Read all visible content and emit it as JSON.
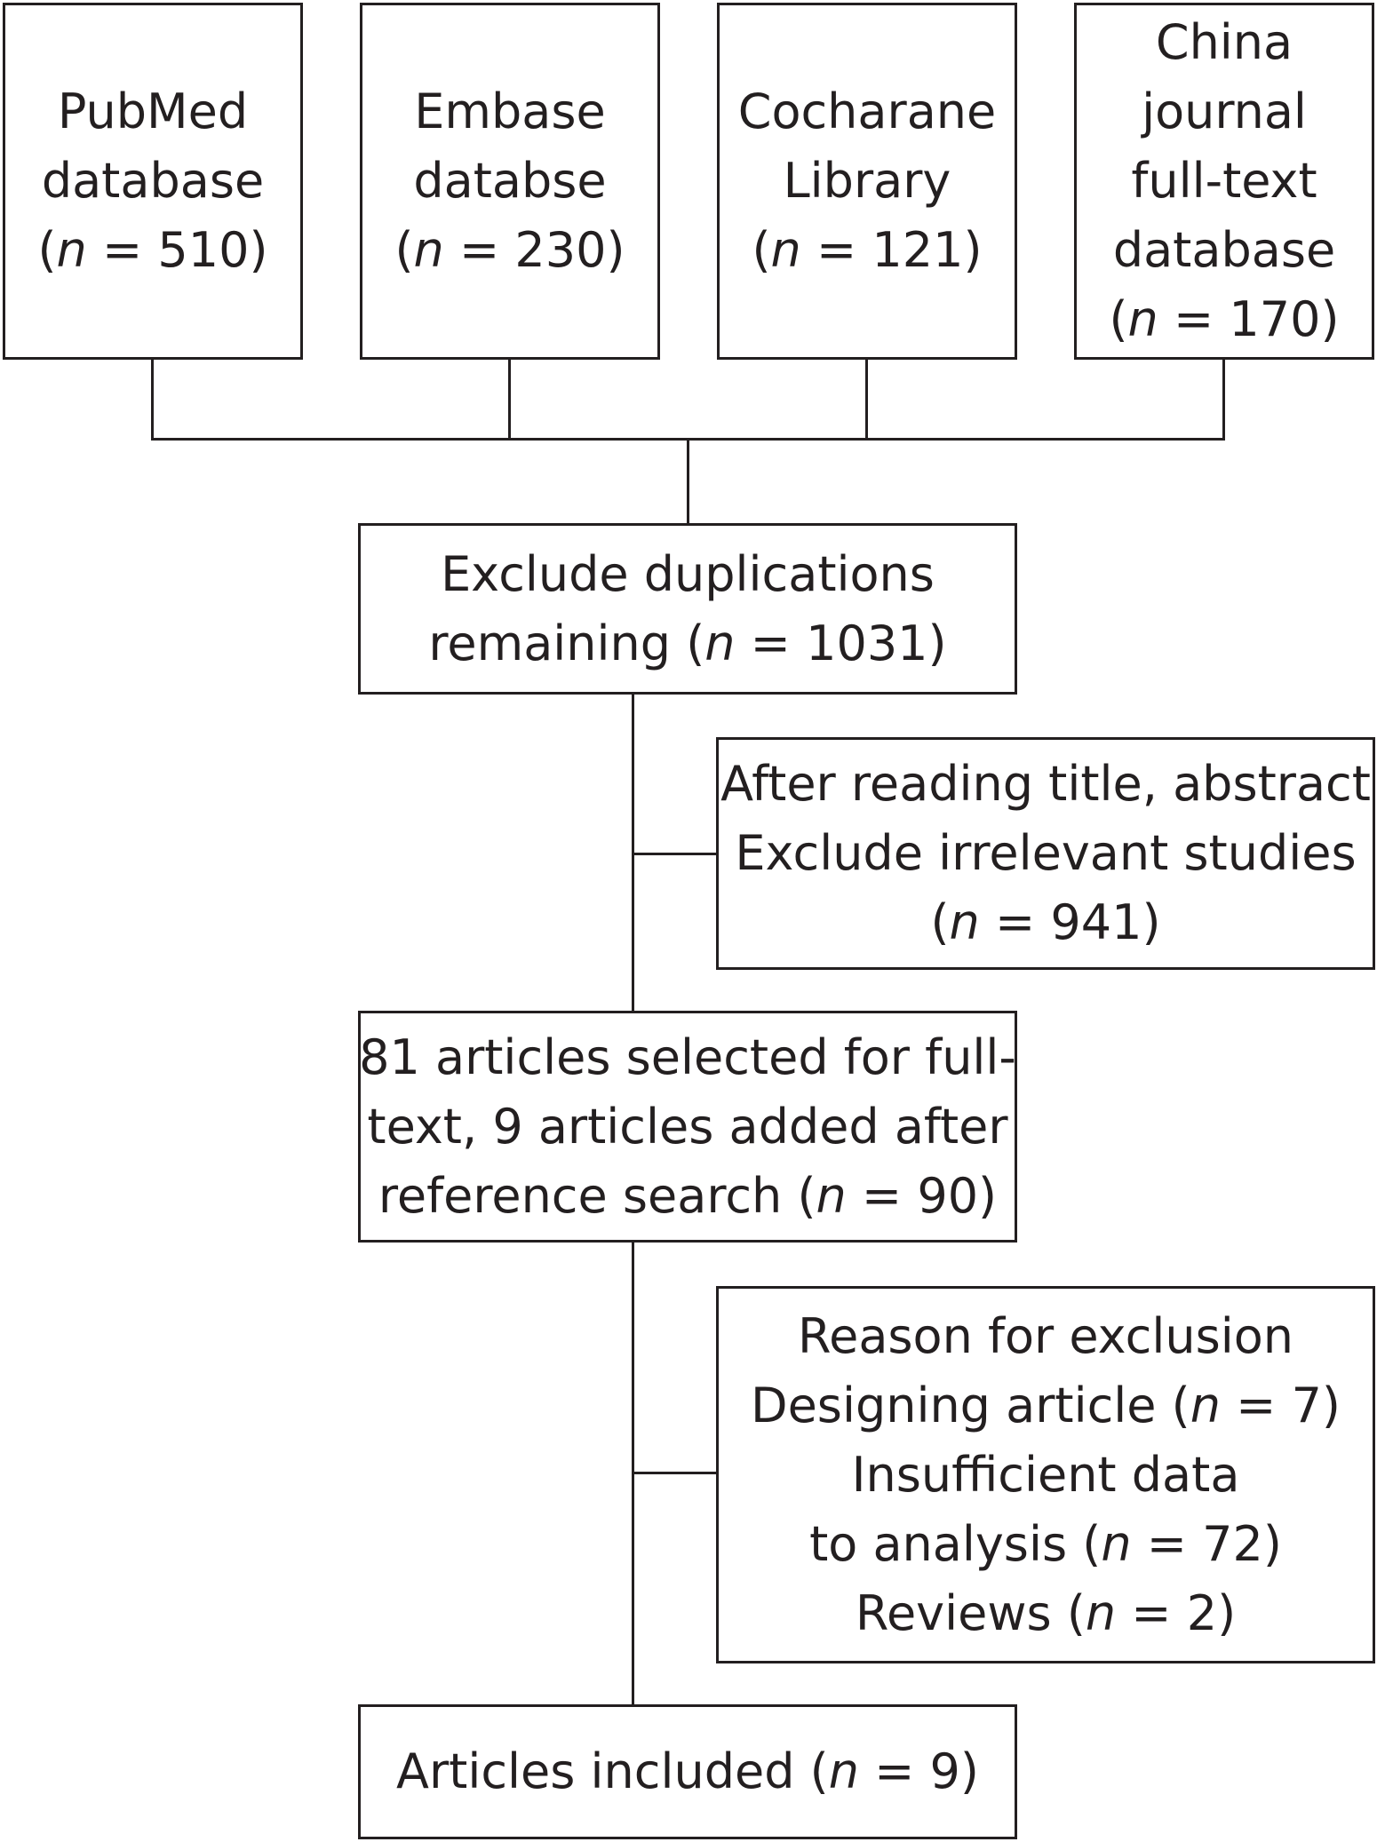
{
  "sources": [
    {
      "lines": [
        "PubMed",
        "database",
        "(n = 510)"
      ]
    },
    {
      "lines": [
        "Embase",
        "databse",
        "(n = 230)"
      ]
    },
    {
      "lines": [
        "Cocharane",
        "Library",
        "(n = 121)"
      ]
    },
    {
      "lines": [
        "China",
        "journal",
        "full-text",
        "database",
        "(n = 170)"
      ]
    }
  ],
  "steps": {
    "duplicates": {
      "lines": [
        "Exclude duplications",
        "remaining (n = 1031)"
      ]
    },
    "screen_exclusion": {
      "lines": [
        "After reading title, abstract",
        "Exclude irrelevant studies",
        "(n = 941)"
      ]
    },
    "fulltext": {
      "lines": [
        "81 articles selected for full-",
        "text, 9 articles added after",
        "reference search (n = 90)"
      ]
    },
    "fulltext_exclusion": {
      "lines": [
        "Reason for exclusion",
        "Designing article (n = 7)",
        "Insufficient data",
        "to analysis (n = 72)",
        "Reviews (n = 2)"
      ]
    },
    "included": {
      "lines": [
        "Articles included (n = 9)"
      ]
    }
  }
}
